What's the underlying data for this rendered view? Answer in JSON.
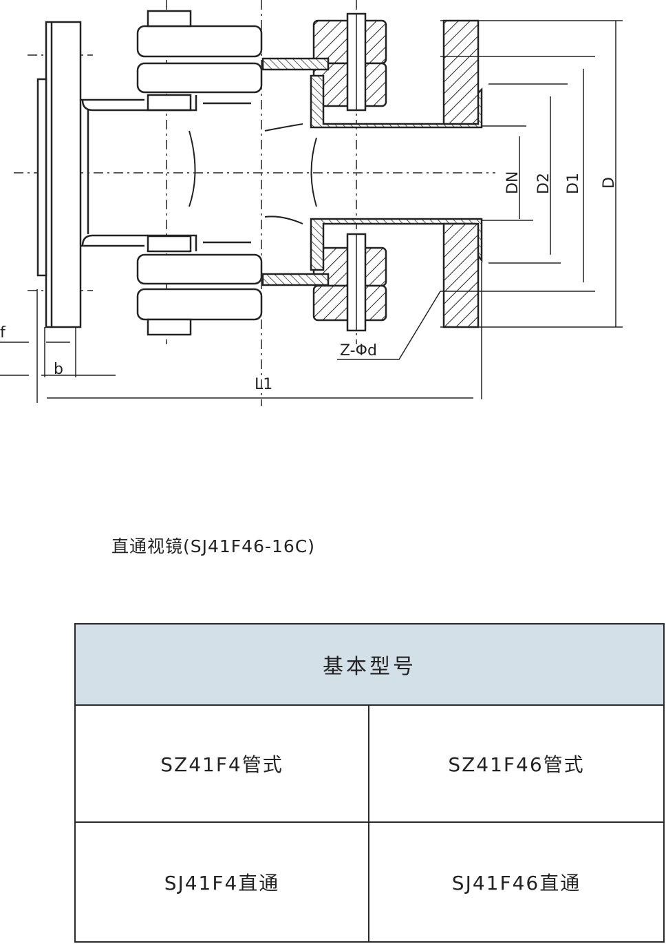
{
  "drawing": {
    "labels": {
      "dn": "DN",
      "d2": "D2",
      "d1": "D1",
      "d": "D",
      "l1": "L1",
      "b": "b",
      "f": "f",
      "bolt": "Z-Φd"
    }
  },
  "caption": "直通视镜(SJ41F46-16C)",
  "table": {
    "header": "基本型号",
    "rows": [
      [
        "SZ41F4管式",
        "SZ41F46管式"
      ],
      [
        "SJ41F4直通",
        "SJ41F46直通"
      ]
    ]
  }
}
